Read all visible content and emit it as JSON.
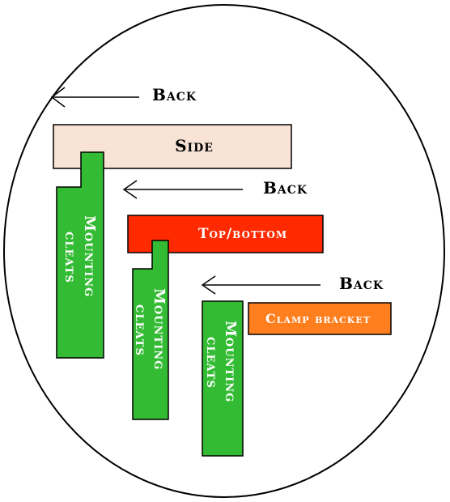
{
  "arrows": [
    {
      "label": "Back"
    },
    {
      "label": "Back"
    },
    {
      "label": "Back"
    }
  ],
  "boards": {
    "side": {
      "label": "Side",
      "color": "#f8e3d6"
    },
    "top_bottom": {
      "label": "Top/bottom",
      "color": "#ff2a00"
    },
    "clamp_bracket": {
      "label": "Clamp bracket",
      "color": "#ff7f1f"
    }
  },
  "cleats": [
    {
      "line1": "Mounting",
      "line2": "cleats"
    },
    {
      "line1": "Mounting",
      "line2": "cleats"
    },
    {
      "line1": "Mounting",
      "line2": "cleats"
    }
  ],
  "cleat_color": "#33bb33"
}
